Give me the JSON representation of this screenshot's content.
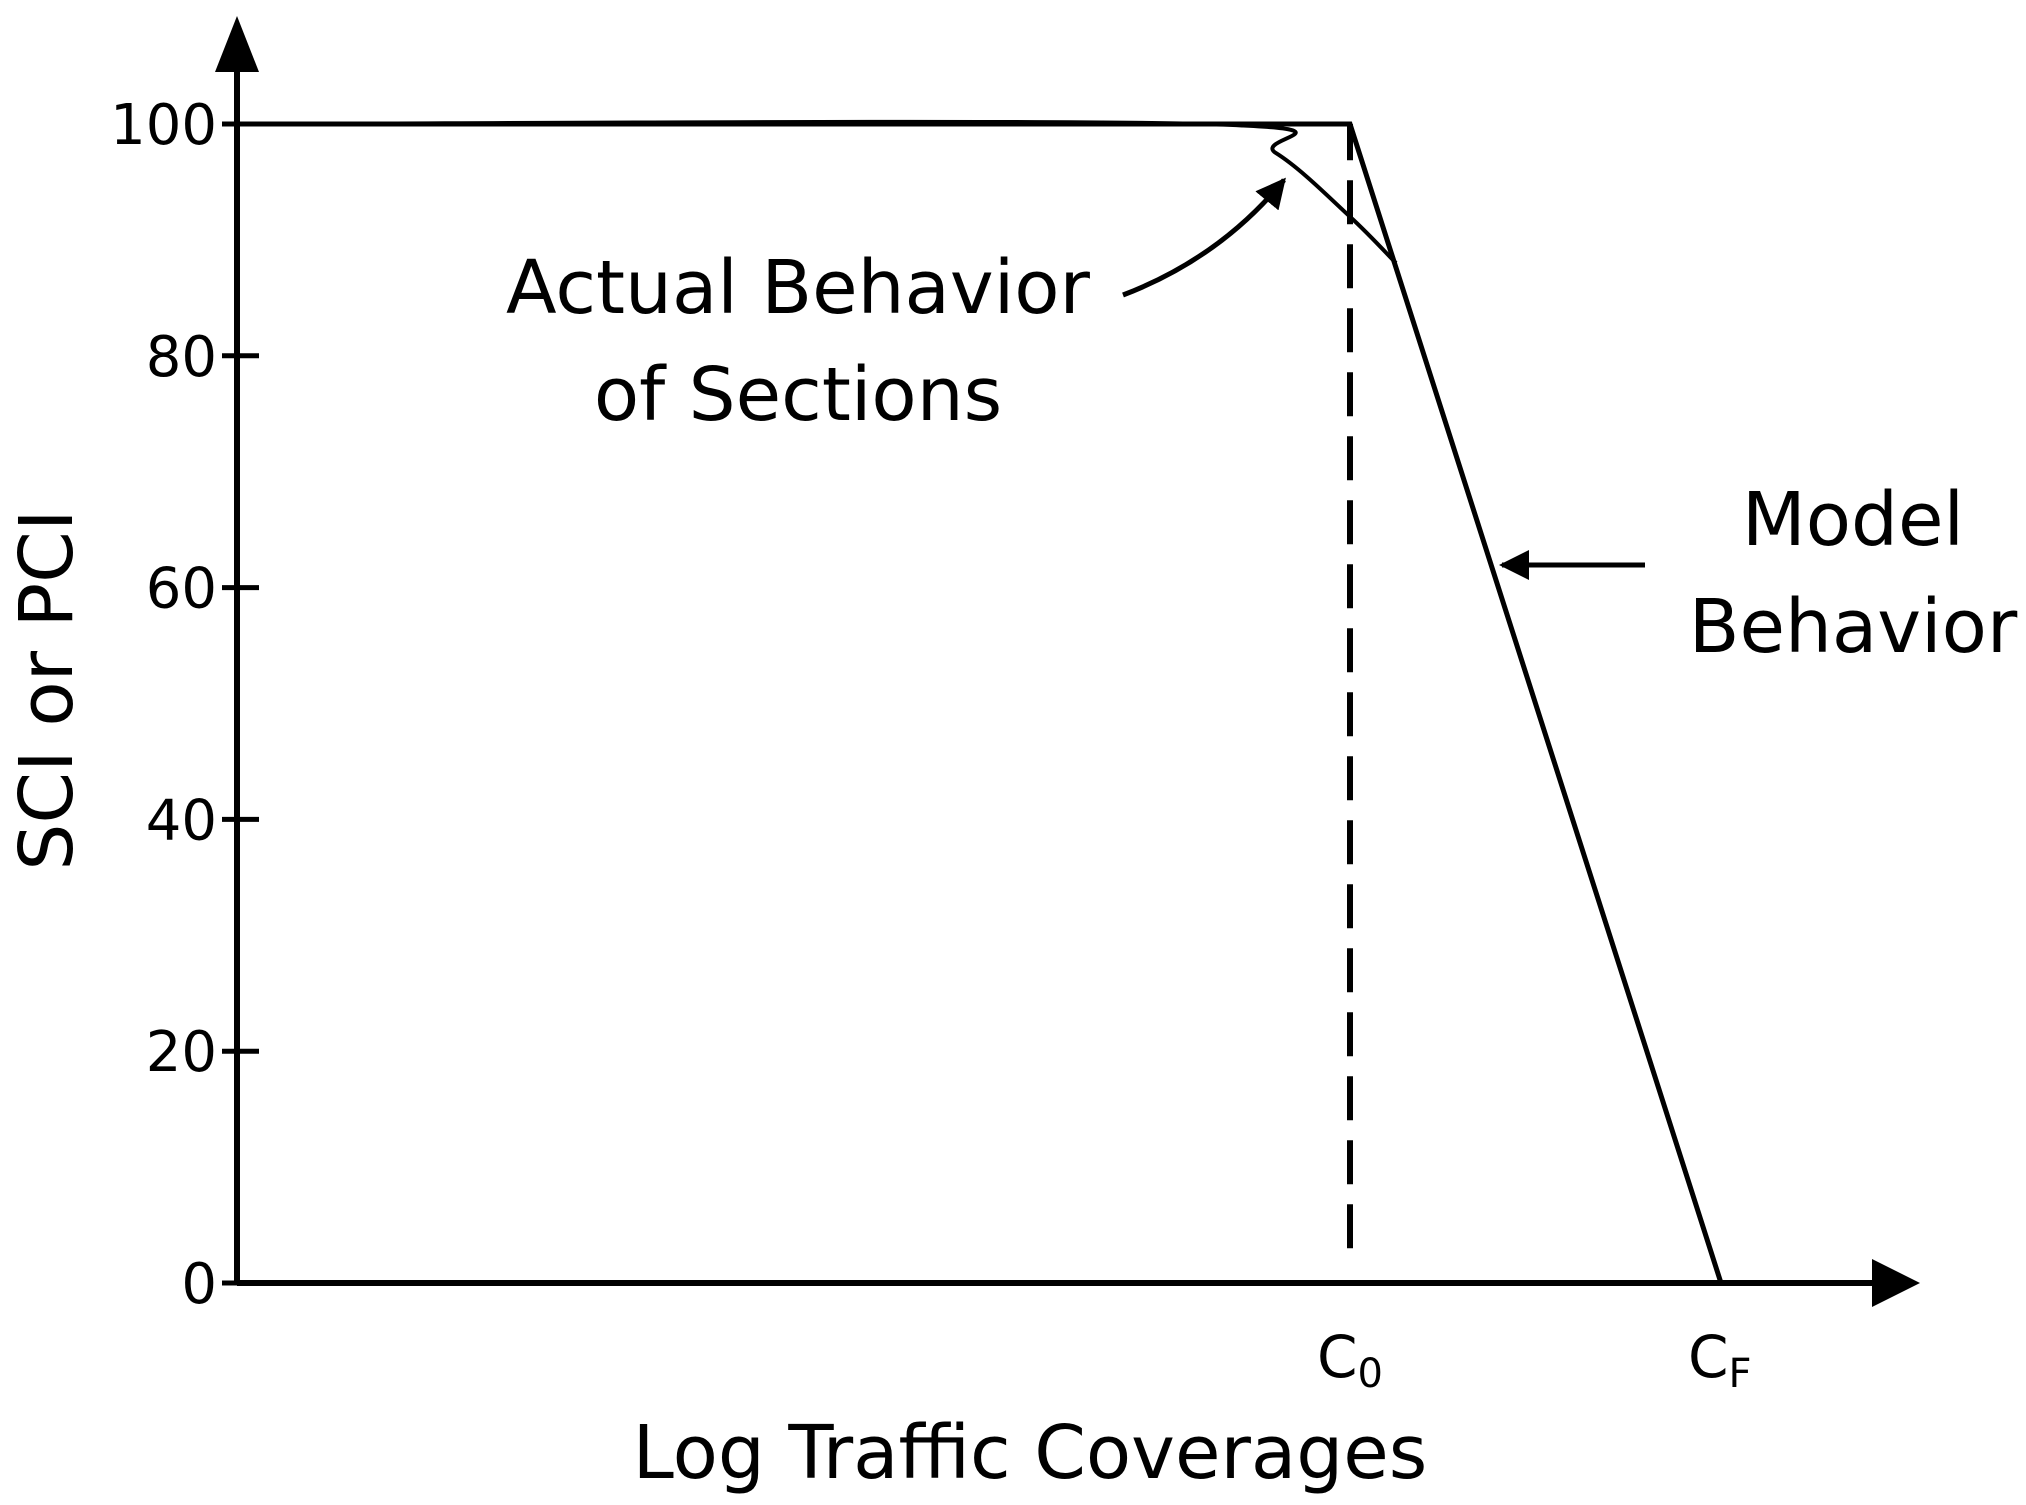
{
  "chart_data": {
    "type": "line",
    "xlabel": "Log Traffic Coverages",
    "ylabel": "SCI or PCI",
    "ylim": [
      0,
      100
    ],
    "y_ticks": [
      0,
      20,
      40,
      60,
      80,
      100
    ],
    "grid": false,
    "x_markers": [
      {
        "main": "C",
        "sub": "0",
        "x": 0.75
      },
      {
        "main": "C",
        "sub": "F",
        "x": 1.0
      }
    ],
    "series": [
      {
        "name": "Model Behavior",
        "style": "solid",
        "x": [
          0,
          0.75,
          1.0
        ],
        "y": [
          100,
          100,
          0
        ]
      },
      {
        "name": "Actual Behavior of Sections",
        "style": "curve",
        "x": [
          0,
          0.65,
          0.7,
          0.75,
          0.781
        ],
        "y": [
          100,
          100,
          97.5,
          92,
          88
        ]
      }
    ],
    "reference_lines": [
      {
        "style": "dashed",
        "x": 0.75,
        "y_from": 3,
        "y_to": 100
      }
    ],
    "annotations": [
      {
        "lines": [
          "Actual Behavior",
          "of Sections"
        ]
      },
      {
        "lines": [
          "Model",
          "Behavior"
        ]
      }
    ]
  }
}
